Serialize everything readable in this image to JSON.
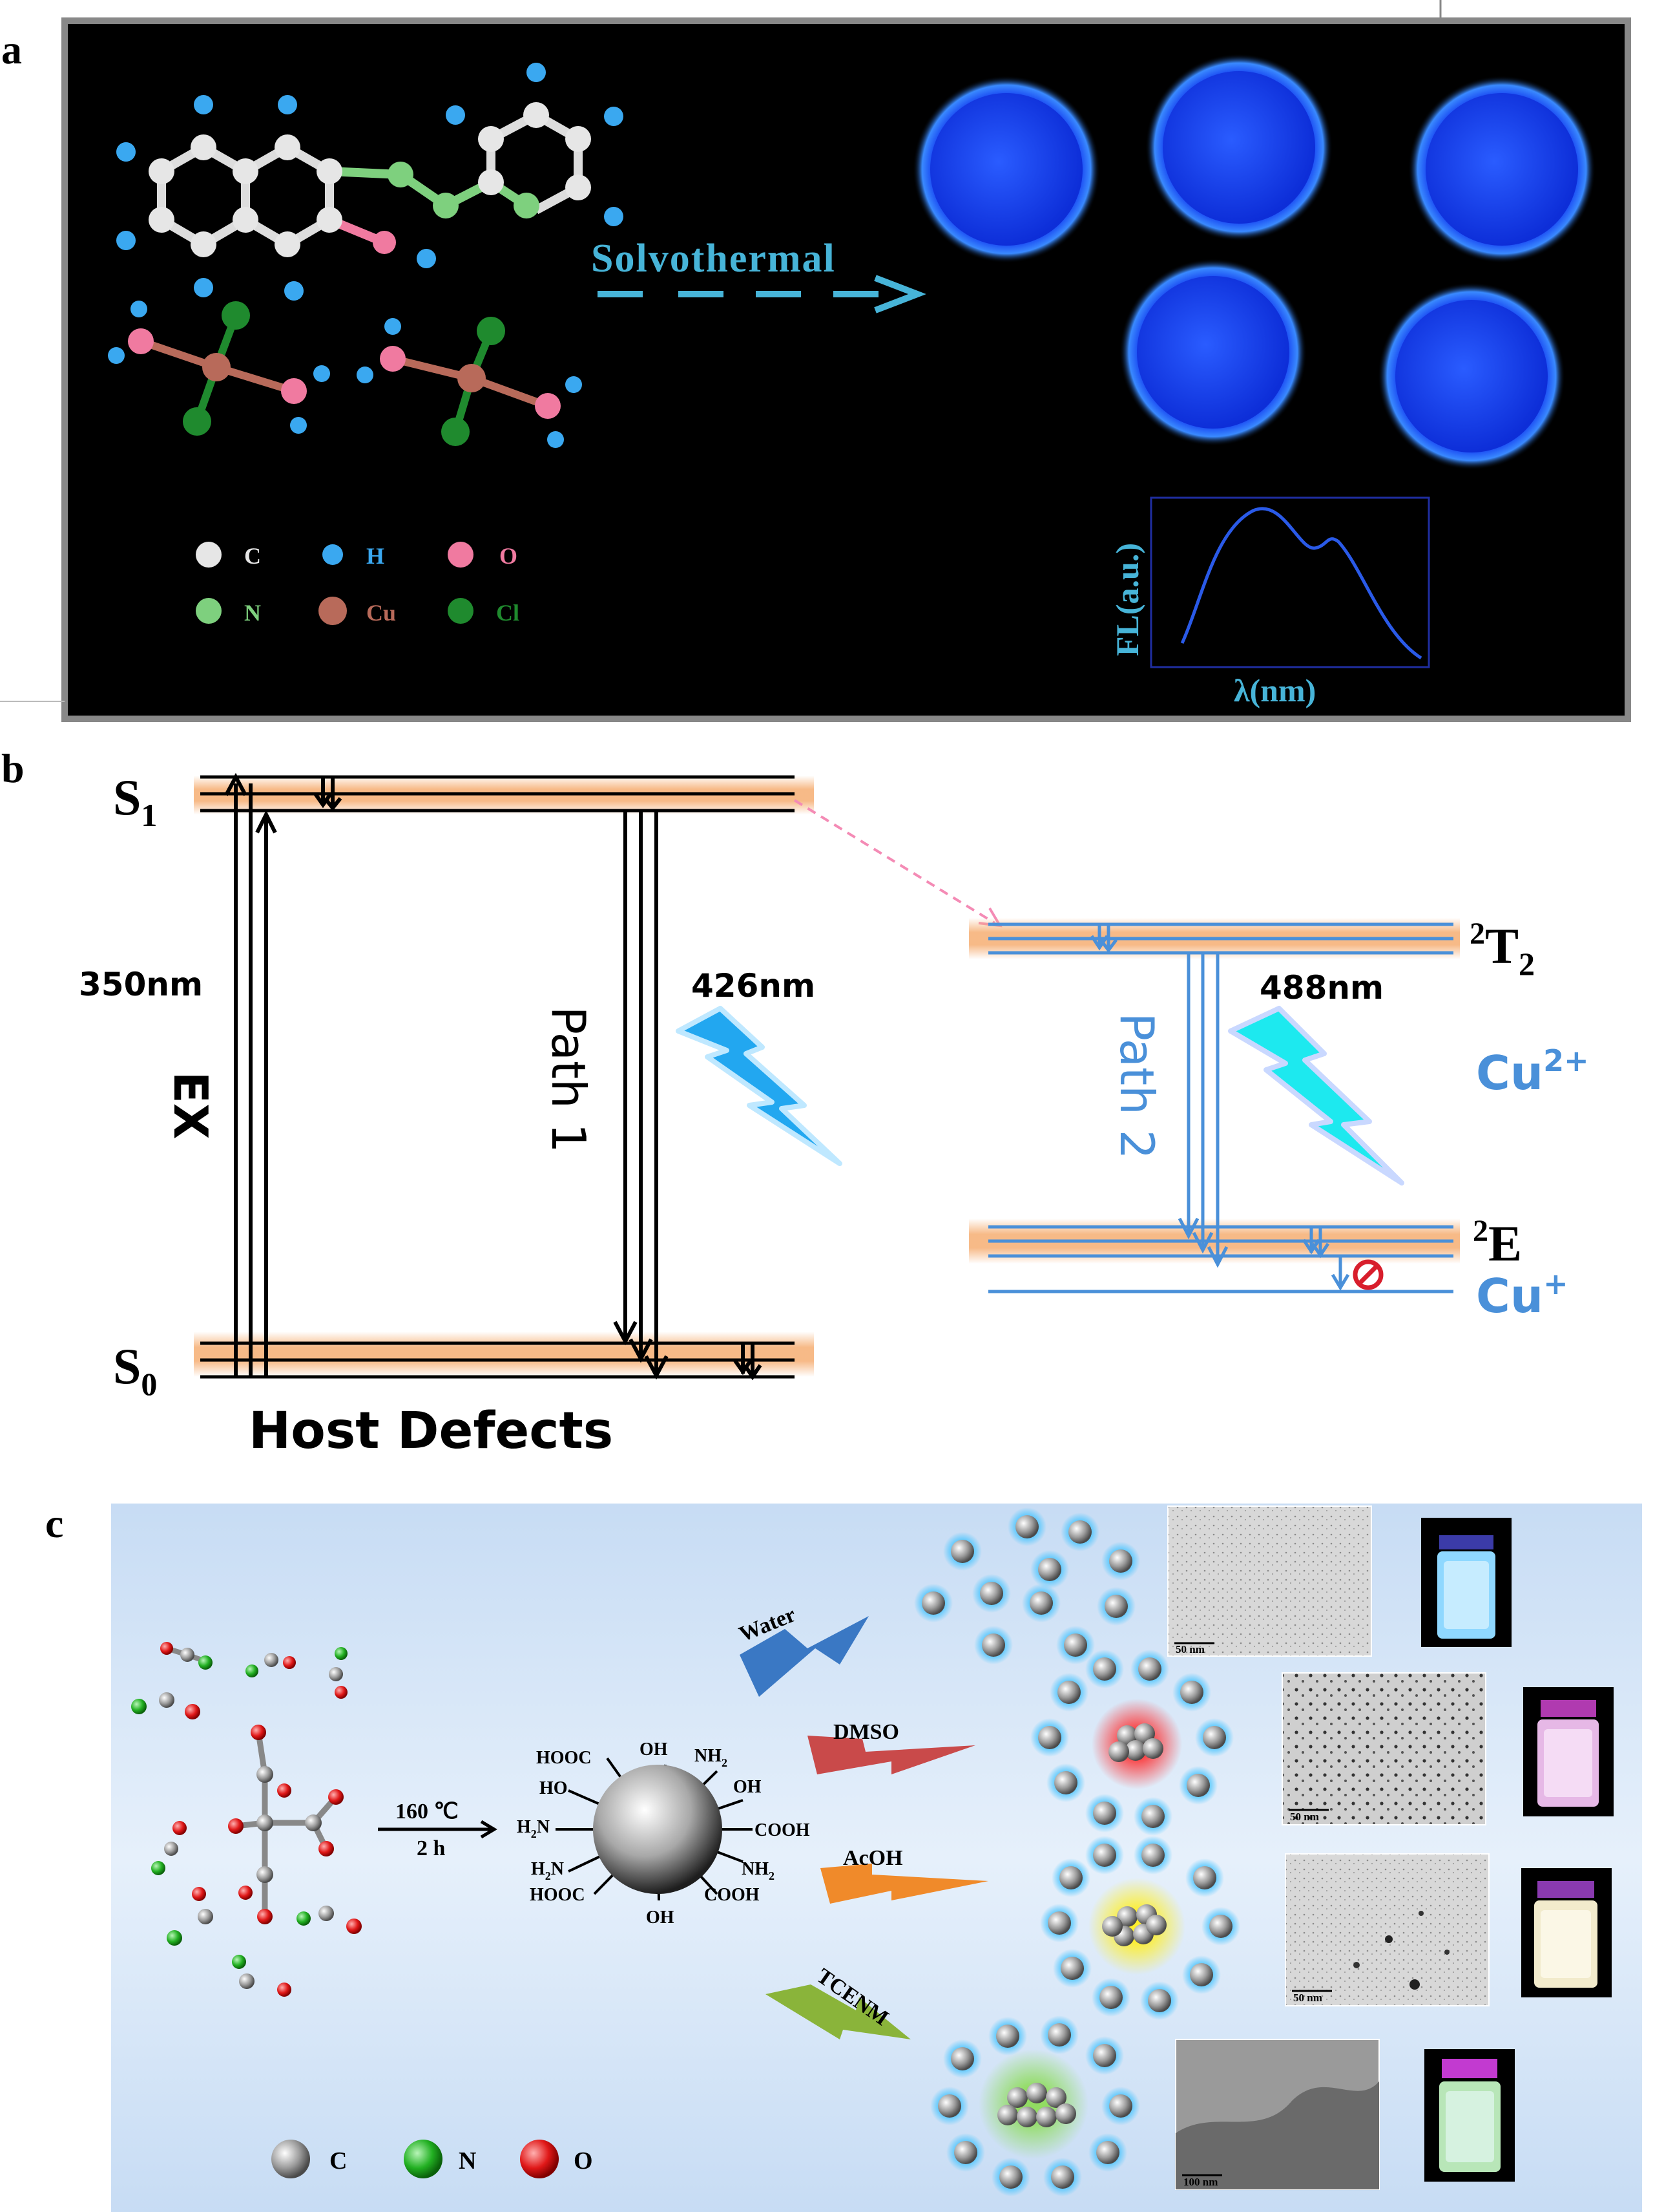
{
  "panel_a": {
    "letter": "a",
    "arrow_label": "Solvothermal",
    "legend": [
      {
        "symbol": "C",
        "color": "#e6e6e6"
      },
      {
        "symbol": "H",
        "color": "#3aa8f0"
      },
      {
        "symbol": "O",
        "color": "#f06c9b"
      },
      {
        "symbol": "N",
        "color": "#6ed36e"
      },
      {
        "symbol": "Cu",
        "color": "#b86a5a"
      },
      {
        "symbol": "Cl",
        "color": "#1f8a2e"
      }
    ],
    "inset": {
      "ylabel": "FL(a.u.)",
      "xlabel": "λ(nm)"
    },
    "colors": {
      "background": "#000000",
      "dot": "#1a4fff",
      "label": "#47b4d8"
    }
  },
  "panel_b": {
    "letter": "b",
    "s1": {
      "main": "S",
      "sub": "1"
    },
    "s0": {
      "main": "S",
      "sub": "0"
    },
    "ex_wavelength": "350nm",
    "ex_label": "EX",
    "path1_label": "Path 1",
    "path1_wavelength": "426nm",
    "t2": {
      "sup": "2",
      "main": "T",
      "sub": "2"
    },
    "e": {
      "sup": "2",
      "main": "E"
    },
    "path2_label": "Path 2",
    "path2_wavelength": "488nm",
    "cu2": {
      "main": "Cu",
      "sup": "2+"
    },
    "cu1": {
      "main": "Cu",
      "sup": "+"
    },
    "host_defects": "Host Defects",
    "colors": {
      "band": "#f6b27a",
      "blue": "#4a90d9",
      "bolt1": "#22a7f0",
      "bolt2": "#1de9ef",
      "dashed": "#f48bb5"
    }
  },
  "panel_c": {
    "letter": "c",
    "condition_temp": "160 ℃",
    "condition_time": "2 h",
    "groups": {
      "hooc1": "HOOC",
      "oh_top": "OH",
      "nh2_top": "NH",
      "ho": "HO",
      "oh_right": "OH",
      "h2n1": "N",
      "cooh_right": "COOH",
      "h2n2": "N",
      "nh2_right": "NH",
      "hooc2": "HOOC",
      "cooh_bottom": "COOH",
      "oh_bottom": "OH"
    },
    "solvents": [
      "Water",
      "DMSO",
      "AcOH",
      "TCENM"
    ],
    "scale_bars": [
      "50 nm",
      "50 nm",
      "50 nm",
      "100 nm"
    ],
    "legend": [
      {
        "symbol": "C",
        "color": "#9a9a9a"
      },
      {
        "symbol": "N",
        "color": "#22b022"
      },
      {
        "symbol": "O",
        "color": "#e01818"
      }
    ],
    "colors": {
      "background": "#cfe2f7",
      "water": "#3a78c4",
      "dmso": "#c94a4a",
      "acoh": "#f08a2a",
      "tcenm": "#8ab43a"
    }
  }
}
